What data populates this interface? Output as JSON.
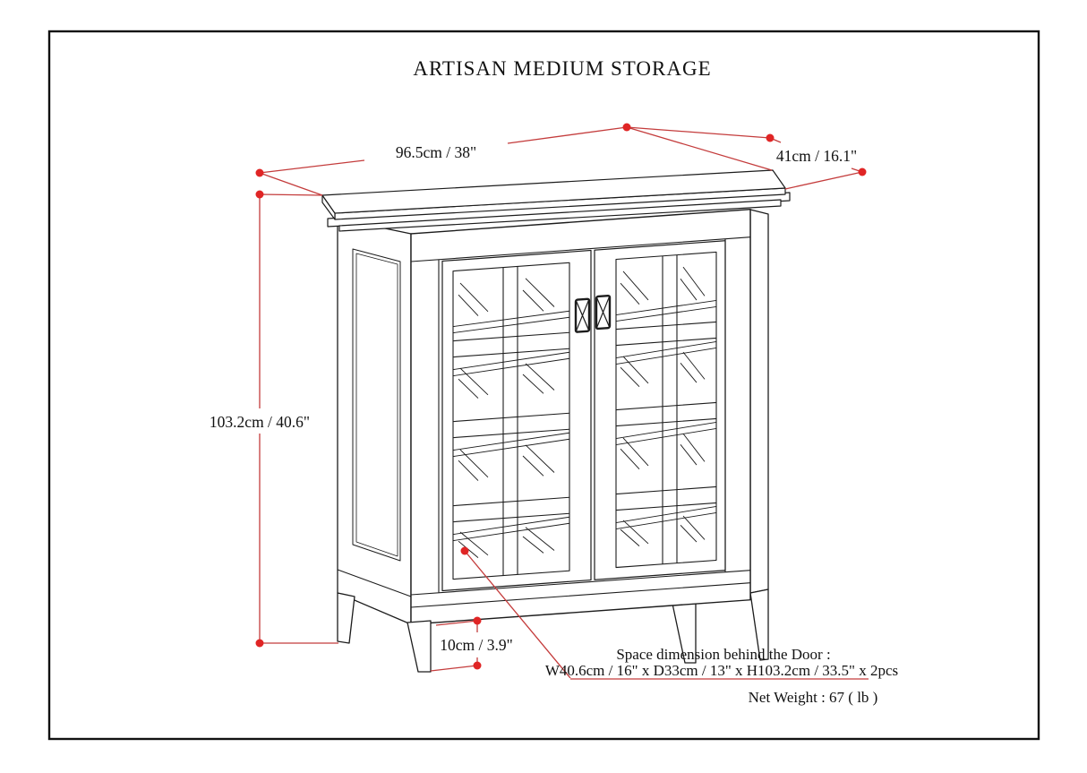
{
  "page": {
    "title": "ARTISAN MEDIUM STORAGE"
  },
  "dimensions": {
    "width_label": "96.5cm / 38\"",
    "depth_label": "41cm / 16.1\"",
    "height_label": "103.2cm / 40.6\"",
    "leg_height_label": "10cm / 3.9\""
  },
  "notes": {
    "space_line1": "Space dimension behind the Door :",
    "space_line2": "W40.6cm / 16\" x D33cm / 13\" x H103.2cm / 33.5\" x 2pcs",
    "net_weight": "Net Weight : 67 ( lb )"
  },
  "colors": {
    "annotation_line": "#c43c3c",
    "annotation_dot": "#e02525",
    "drawing_ink": "#1c1c1c"
  }
}
